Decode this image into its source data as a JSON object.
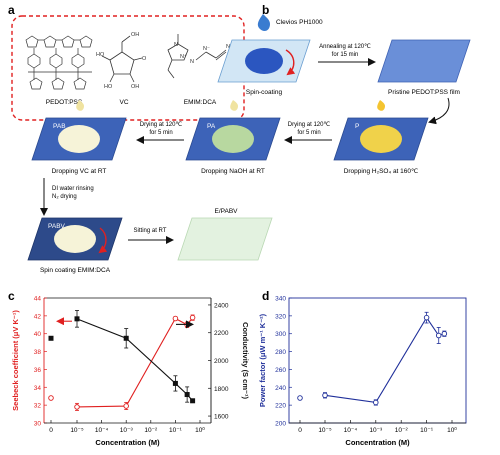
{
  "panel_letters": {
    "a": "a",
    "b": "b",
    "c": "c",
    "d": "d"
  },
  "panel_a": {
    "labels": [
      "PEDOT:PSS",
      "VC",
      "EMIM:DCA"
    ]
  },
  "panel_b": {
    "clevios": "Clevios PH1000",
    "spin_coating": "Spin-coating",
    "annealing": [
      "Annealing  at 120℃",
      "for 15 min"
    ],
    "pristine": "Pristine PEDOT:PSS film",
    "dropping_h2so4": "Dropping H₂SO₄ at 160℃",
    "drying_p": [
      "Drying  at 120℃",
      "for 5 min"
    ],
    "dropping_naoh": "Dropping NaOH at RT",
    "drying_pa": [
      "Drying  at 120℃",
      "for 5 min"
    ],
    "dropping_vc": "Dropping  VC at RT",
    "rinse": [
      "DI water rinsing",
      "N₂ drying"
    ],
    "spin_emim": "Spin coating EMIM:DCA",
    "sitting": "Sitting  at RT",
    "film_labels": {
      "p": "P",
      "pa": "PA",
      "pab": "PAB",
      "pabv": "PABV",
      "epabv": "E/PABV"
    }
  },
  "colors": {
    "seebeck": "#e02020",
    "conductivity": "#111111",
    "power_factor": "#1f2f9a",
    "film_blue": "#6a8fd8",
    "film_dark": "#2d4a8a",
    "film_light": "#dbeedd"
  },
  "chart_data": [
    {
      "type": "line",
      "panel": "c",
      "xlabel": "Concentration (M)",
      "x_tick_labels": [
        "0",
        "10⁻⁵",
        "10⁻⁴",
        "10⁻³",
        "10⁻²",
        "10⁻¹",
        "10⁰"
      ],
      "x_log_exponents": [
        -5,
        -4,
        -3,
        -2,
        -1,
        0
      ],
      "y_left_label": "Seebeck coefficient (μV K⁻¹)",
      "y_left_lim": [
        30,
        44
      ],
      "y_left_ticks": [
        30,
        32,
        34,
        36,
        38,
        40,
        42,
        44
      ],
      "y_right_label": "Conductivity (S cm⁻¹)",
      "y_right_lim": [
        1550,
        2450
      ],
      "y_right_ticks": [
        1600,
        1800,
        2000,
        2200,
        2400
      ],
      "series": [
        {
          "axis": "left",
          "zero_point": {
            "y": 32.8,
            "err": 0.3
          },
          "x": [
            1e-05,
            0.001,
            0.1,
            0.3,
            0.5
          ],
          "y": [
            31.8,
            31.9,
            41.7,
            41.0,
            41.8
          ],
          "err": [
            0.4,
            0.4,
            0.2,
            0.3,
            0.3
          ]
        },
        {
          "axis": "right",
          "zero_point": {
            "y": 2160,
            "err": 8
          },
          "x": [
            1e-05,
            0.001,
            0.1,
            0.3,
            0.5
          ],
          "y": [
            2300,
            2160,
            1835,
            1755,
            1710
          ],
          "err": [
            60,
            70,
            55,
            55,
            10
          ]
        }
      ]
    },
    {
      "type": "line",
      "panel": "d",
      "xlabel": "Concentration (M)",
      "x_tick_labels": [
        "0",
        "10⁻⁵",
        "10⁻⁴",
        "10⁻³",
        "10⁻²",
        "10⁻¹",
        "10⁰"
      ],
      "x_log_exponents": [
        -5,
        -4,
        -3,
        -2,
        -1,
        0
      ],
      "ylabel": "Power factor (μW m⁻¹ K⁻²)",
      "ylim": [
        200,
        340
      ],
      "y_ticks": [
        200,
        220,
        240,
        260,
        280,
        300,
        320,
        340
      ],
      "series": [
        {
          "zero_point": {
            "y": 228,
            "err": 2
          },
          "x": [
            1e-05,
            0.001,
            0.1,
            0.3,
            0.5
          ],
          "y": [
            231,
            223,
            318,
            298,
            300
          ],
          "err": [
            3,
            3,
            6,
            9,
            3
          ]
        }
      ]
    }
  ]
}
